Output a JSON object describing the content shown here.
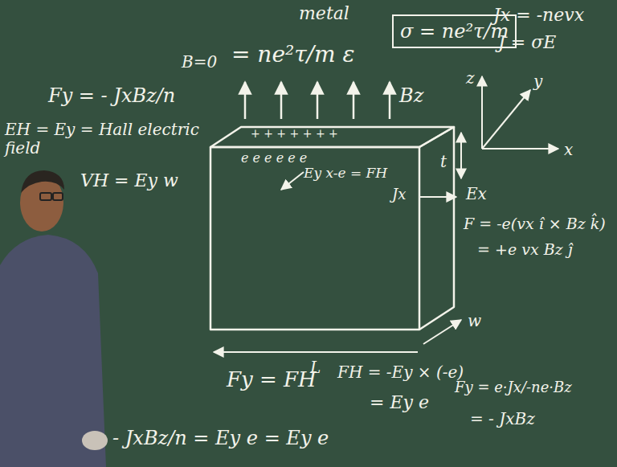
{
  "diagram": {
    "nodes": [
      {
        "text": [
          "σ = ne²τ/m"
        ]
      },
      {
        "text": [
          "+ + + + + + +",
          "e e e e e e",
          "Ey x-e = FH"
        ]
      }
    ],
    "labels": [
      "metal",
      "B=0",
      "= ne²τ/m ε",
      "Jx = -nevx",
      "J = σE",
      "Bz",
      "Fy = - JxBz/n",
      "EH = Ey = Hall electric field",
      "VH = Ey w",
      "Jx",
      "t",
      "Ex",
      "w",
      "L",
      "z",
      "y",
      "x",
      "F = -e(vx î × Bz k̂)",
      "= +e vx Bz ĵ",
      "Fy = FH",
      "FH = -Ey × (-e)",
      "= Ey e",
      "Fy = e·Jx/-ne·Bz",
      "= - JxBz",
      "- JxBz/n = Ey e = Ey e"
    ]
  }
}
